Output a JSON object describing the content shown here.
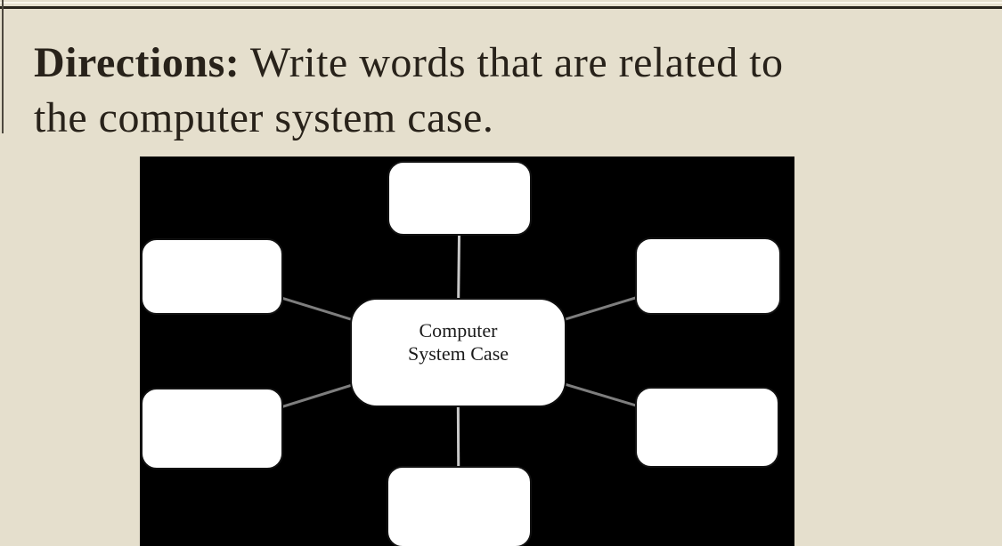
{
  "slide": {
    "background_color": "#e5dfcd",
    "top_rule_color": "#27231a"
  },
  "heading": {
    "bold": "Directions:",
    "line1_rest": "Write words that are related to",
    "line2": "the computer system case."
  },
  "diagram": {
    "background_color": "#000000",
    "node_fill_color": "#ffffff",
    "connector_vertical_color": "#c8c8c8",
    "connector_diagonal_color": "#7e7e7e",
    "center_node": {
      "line1": "Computer",
      "line2": "System Case"
    },
    "empty_nodes": [
      {
        "id": "top"
      },
      {
        "id": "top-left"
      },
      {
        "id": "top-right"
      },
      {
        "id": "bottom-left"
      },
      {
        "id": "bottom-right"
      },
      {
        "id": "bottom"
      }
    ]
  }
}
